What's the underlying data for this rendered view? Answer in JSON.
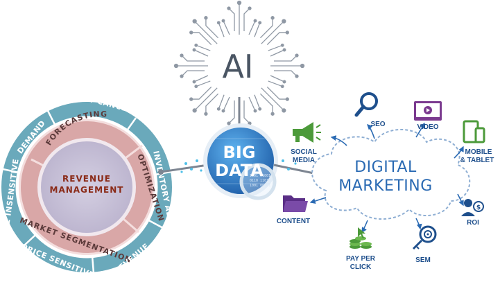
{
  "ai": {
    "label": "AI"
  },
  "big_data": {
    "line1": "BIG",
    "line2": "DATA"
  },
  "revenue_management": {
    "core_line1": "REVENUE",
    "core_line2": "MANAGEMENT",
    "middle_ring": [
      "FORECASTING",
      "OPTIMIZATION",
      "MARKET SEGMENTATION"
    ],
    "outer_ring": [
      "NO SHOWS / CANCELLATIONS",
      "SELLING PRICE",
      "INVENTORY ALLOCATION",
      "REVENUE",
      "PRICE SENSITIVE",
      "PRICE INSENSITIVE",
      "DEMAND"
    ]
  },
  "digital_marketing": {
    "title_line1": "DIGITAL",
    "title_line2": "MARKETING",
    "items": [
      {
        "label": "SEO",
        "icon": "magnifier-icon"
      },
      {
        "label": "VIDEO",
        "icon": "video-player-icon"
      },
      {
        "label": "MOBILE",
        "label2": "& TABLET",
        "icon": "mobile-tablet-icon"
      },
      {
        "label": "ROI",
        "icon": "roi-person-dollar-icon"
      },
      {
        "label": "SEM",
        "icon": "target-key-icon"
      },
      {
        "label": "PAY PER",
        "label2": "CLICK",
        "icon": "coins-cursor-icon"
      },
      {
        "label": "CONTENT",
        "icon": "folder-icon"
      },
      {
        "label": "SOCIAL",
        "label2": "MEDIA",
        "icon": "megaphone-icon"
      }
    ]
  },
  "colors": {
    "outer_ring": "#6aa9bb",
    "middle_ring": "#d9a7a7",
    "core": "#c6c0d6",
    "big_data": "#2a7fd0",
    "digital_marketing": "#2a6ab3",
    "ai_circuit": "#8f98a4"
  }
}
